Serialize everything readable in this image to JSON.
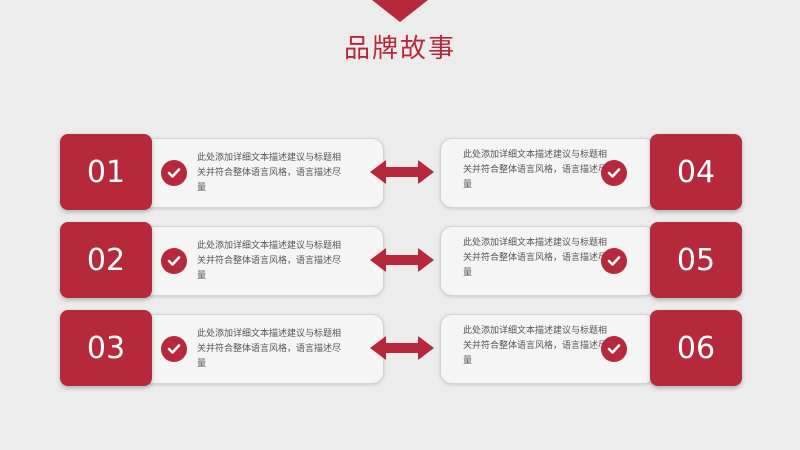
{
  "page": {
    "title": "品牌故事"
  },
  "colors": {
    "accent": "#b5293b",
    "background": "#ececec",
    "card": "#f5f5f5"
  },
  "icons": {
    "item": "check-circle-icon",
    "connector": "double-arrow-icon"
  },
  "items": [
    {
      "number": "01",
      "text": "此处添加详细文本描述建议与标题相关并符合整体语言风格，语言描述尽量"
    },
    {
      "number": "04",
      "text": "此处添加详细文本描述建议与标题相关并符合整体语言风格，语言描述尽量"
    },
    {
      "number": "02",
      "text": "此处添加详细文本描述建议与标题相关并符合整体语言风格，语言描述尽量"
    },
    {
      "number": "05",
      "text": "此处添加详细文本描述建议与标题相关并符合整体语言风格，语言描述尽量"
    },
    {
      "number": "03",
      "text": "此处添加详细文本描述建议与标题相关并符合整体语言风格，语言描述尽量"
    },
    {
      "number": "06",
      "text": "此处添加详细文本描述建议与标题相关并符合整体语言风格，语言描述尽量"
    }
  ]
}
